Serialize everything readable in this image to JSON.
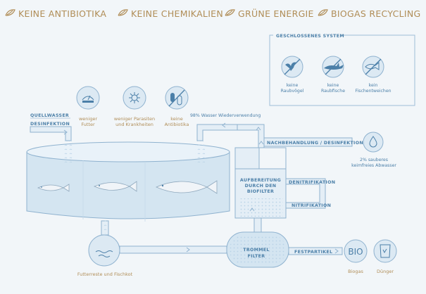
{
  "header": {
    "items": [
      "KEINE ANTIBIOTIKA",
      "KEINE CHEMIKALIEN",
      "GRÜNE ENERGIE",
      "BIOGAS RECYCLING"
    ]
  },
  "closed_system": {
    "title": "GESCHLOSSENES SYSTEM",
    "items": [
      {
        "line1": "keine",
        "line2": "Raubvögel",
        "icon": "bird-crossed-icon"
      },
      {
        "line1": "keine",
        "line2": "Raubfische",
        "icon": "shark-crossed-icon"
      },
      {
        "line1": "kein",
        "line2": "Fischentweichen",
        "icon": "fish-crossed-icon"
      }
    ]
  },
  "benefits": [
    {
      "line1": "weniger",
      "line2": "Futter",
      "icon": "scale-icon"
    },
    {
      "line1": "weniger Parasiten",
      "line2": "und Krankheiten",
      "icon": "virus-icon"
    },
    {
      "line1": "keine",
      "line2": "Antibiotika",
      "icon": "pill-crossed-icon"
    }
  ],
  "labels": {
    "quellwasser": "QUELLWASSER",
    "desinfektion": "DESINFEKTION",
    "reuse": "98% Wasser Wiederverwendung",
    "nachbehandlung": "NACHBEHANDLUNG / DESINFEKTION",
    "clean_water_1": "2% sauberes",
    "clean_water_2": "keimfreies Abwasser",
    "aufbereitung_1": "AUFBEREITUNG",
    "aufbereitung_2": "DURCH DEN",
    "aufbereitung_3": "BIOFILTER",
    "denitrifikation": "DENITRIFIKATION",
    "nitrifikation": "NITRIFIKATION",
    "trommel_1": "TROMMEL",
    "trommel_2": "FILTER",
    "festpartikel": "FESTPARTIKEL",
    "bio": "BIO",
    "biogas": "Biogas",
    "duenger": "Dünger",
    "futterreste": "Futterreste und Fischkot"
  },
  "colors": {
    "gold": "#b08d57",
    "blue": "#4b7fa8",
    "water": "#d4e5f1",
    "pipe": "#e4eef6"
  }
}
